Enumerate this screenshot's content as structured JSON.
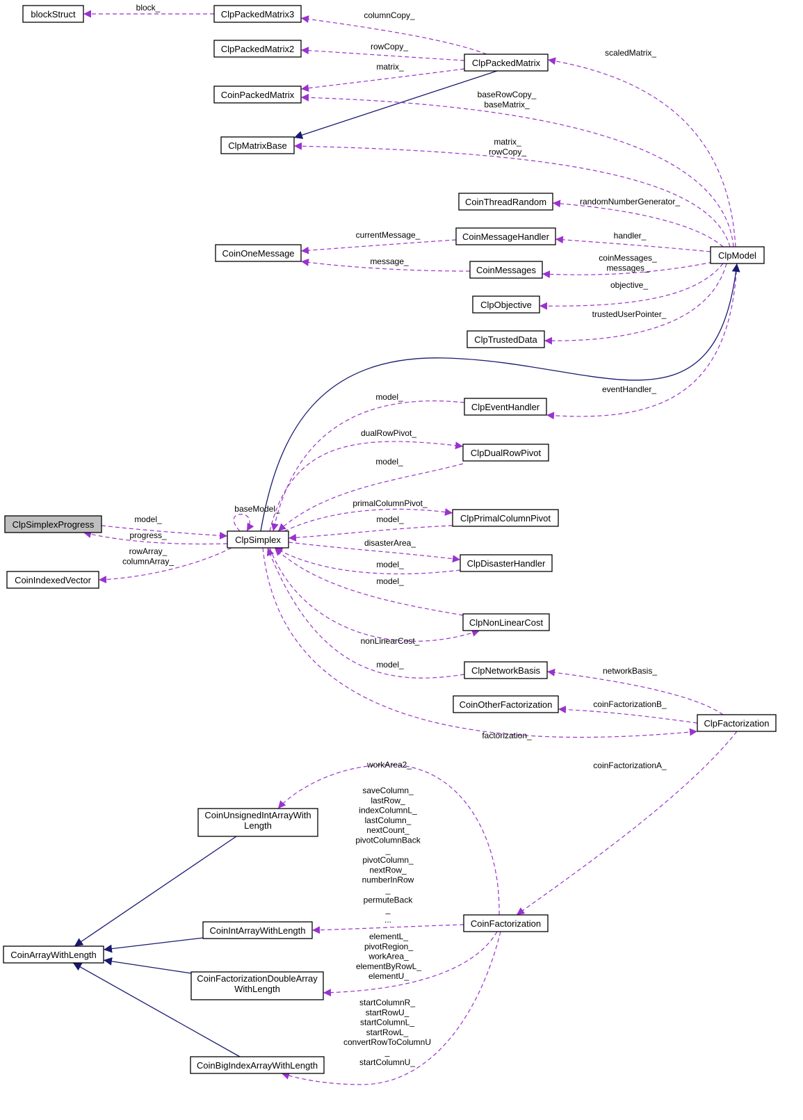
{
  "diagram": {
    "colors": {
      "usage_edge": "#9a32cd",
      "inheritance_edge": "#191970",
      "highlight_fill": "#bfbfbf"
    },
    "nodes": {
      "blockStruct": "blockStruct",
      "ClpPackedMatrix3": "ClpPackedMatrix3",
      "ClpPackedMatrix2": "ClpPackedMatrix2",
      "ClpPackedMatrix": "ClpPackedMatrix",
      "CoinPackedMatrix": "CoinPackedMatrix",
      "ClpMatrixBase": "ClpMatrixBase",
      "CoinThreadRandom": "CoinThreadRandom",
      "CoinOneMessage": "CoinOneMessage",
      "CoinMessageHandler": "CoinMessageHandler",
      "ClpModel": "ClpModel",
      "CoinMessages": "CoinMessages",
      "ClpObjective": "ClpObjective",
      "ClpTrustedData": "ClpTrustedData",
      "ClpEventHandler": "ClpEventHandler",
      "ClpDualRowPivot": "ClpDualRowPivot",
      "ClpSimplexProgress": "ClpSimplexProgress",
      "ClpSimplex": "ClpSimplex",
      "ClpPrimalColumnPivot": "ClpPrimalColumnPivot",
      "CoinIndexedVector": "CoinIndexedVector",
      "ClpDisasterHandler": "ClpDisasterHandler",
      "ClpNonLinearCost": "ClpNonLinearCost",
      "ClpNetworkBasis": "ClpNetworkBasis",
      "CoinOtherFactorization": "CoinOtherFactorization",
      "ClpFactorization": "ClpFactorization",
      "CoinUnsignedIntArrayWithLength": [
        "CoinUnsignedIntArrayWith",
        "Length"
      ],
      "CoinIntArrayWithLength": "CoinIntArrayWithLength",
      "CoinFactorization": "CoinFactorization",
      "CoinArrayWithLength": "CoinArrayWithLength",
      "CoinFactorizationDoubleArrayWithLength": [
        "CoinFactorizationDoubleArray",
        "WithLength"
      ],
      "CoinBigIndexArrayWithLength": "CoinBigIndexArrayWithLength"
    },
    "edges": [
      {
        "id": "e-block",
        "from": "ClpPackedMatrix3",
        "to": "blockStruct",
        "kind": "usage",
        "label": [
          "block_"
        ]
      },
      {
        "id": "e-colcopy",
        "from": "ClpPackedMatrix",
        "to": "ClpPackedMatrix3",
        "kind": "usage",
        "label": [
          "columnCopy_"
        ]
      },
      {
        "id": "e-rowcopy",
        "from": "ClpPackedMatrix",
        "to": "ClpPackedMatrix2",
        "kind": "usage",
        "label": [
          "rowCopy_"
        ]
      },
      {
        "id": "e-matrix",
        "from": "ClpPackedMatrix",
        "to": "CoinPackedMatrix",
        "kind": "usage",
        "label": [
          "matrix_"
        ]
      },
      {
        "id": "e-pm-inh",
        "from": "ClpPackedMatrix",
        "to": "ClpMatrixBase",
        "kind": "inheritance",
        "label": []
      },
      {
        "id": "e-scaled",
        "from": "ClpModel",
        "to": "ClpPackedMatrix",
        "kind": "usage",
        "label": [
          "scaledMatrix_"
        ]
      },
      {
        "id": "e-baserow",
        "from": "ClpModel",
        "to": "CoinPackedMatrix",
        "kind": "usage",
        "label": [
          "baseRowCopy_",
          "baseMatrix_"
        ]
      },
      {
        "id": "e-matrixrow",
        "from": "ClpModel",
        "to": "ClpMatrixBase",
        "kind": "usage",
        "label": [
          "matrix_",
          "rowCopy_"
        ]
      },
      {
        "id": "e-rng",
        "from": "ClpModel",
        "to": "CoinThreadRandom",
        "kind": "usage",
        "label": [
          "randomNumberGenerator_"
        ]
      },
      {
        "id": "e-handler",
        "from": "ClpModel",
        "to": "CoinMessageHandler",
        "kind": "usage",
        "label": [
          "handler_"
        ]
      },
      {
        "id": "e-curmsg",
        "from": "CoinMessageHandler",
        "to": "CoinOneMessage",
        "kind": "usage",
        "label": [
          "currentMessage_"
        ]
      },
      {
        "id": "e-message",
        "from": "CoinMessages",
        "to": "CoinOneMessage",
        "kind": "usage",
        "label": [
          "message_"
        ]
      },
      {
        "id": "e-coinmsg",
        "from": "ClpModel",
        "to": "CoinMessages",
        "kind": "usage",
        "label": [
          "coinMessages_",
          "messages_"
        ]
      },
      {
        "id": "e-objective",
        "from": "ClpModel",
        "to": "ClpObjective",
        "kind": "usage",
        "label": [
          "objective_"
        ]
      },
      {
        "id": "e-trusted",
        "from": "ClpModel",
        "to": "ClpTrustedData",
        "kind": "usage",
        "label": [
          "trustedUserPointer_"
        ]
      },
      {
        "id": "e-event",
        "from": "ClpModel",
        "to": "ClpEventHandler",
        "kind": "usage",
        "label": [
          "eventHandler_"
        ]
      },
      {
        "id": "e-simplex-inh",
        "from": "ClpSimplex",
        "to": "ClpModel",
        "kind": "inheritance",
        "label": []
      },
      {
        "id": "e-ev-model",
        "from": "ClpEventHandler",
        "to": "ClpSimplex",
        "kind": "usage",
        "label": [
          "model_"
        ]
      },
      {
        "id": "e-dualrow",
        "from": "ClpSimplex",
        "to": "ClpDualRowPivot",
        "kind": "usage",
        "label": [
          "dualRowPivot_"
        ]
      },
      {
        "id": "e-dual-model",
        "from": "ClpDualRowPivot",
        "to": "ClpSimplex",
        "kind": "usage",
        "label": [
          "model_"
        ]
      },
      {
        "id": "e-primal",
        "from": "ClpSimplex",
        "to": "ClpPrimalColumnPivot",
        "kind": "usage",
        "label": [
          "primalColumnPivot_"
        ]
      },
      {
        "id": "e-primal-model",
        "from": "ClpPrimalColumnPivot",
        "to": "ClpSimplex",
        "kind": "usage",
        "label": [
          "model_"
        ]
      },
      {
        "id": "e-disaster",
        "from": "ClpSimplex",
        "to": "ClpDisasterHandler",
        "kind": "usage",
        "label": [
          "disasterArea_"
        ]
      },
      {
        "id": "e-dis-model",
        "from": "ClpDisasterHandler",
        "to": "ClpSimplex",
        "kind": "usage",
        "label": [
          "model_"
        ]
      },
      {
        "id": "e-nl-model",
        "from": "ClpNonLinearCost",
        "to": "ClpSimplex",
        "kind": "usage",
        "label": [
          "model_"
        ]
      },
      {
        "id": "e-nlcost",
        "from": "ClpSimplex",
        "to": "ClpNonLinearCost",
        "kind": "usage",
        "label": [
          "nonLinearCost_"
        ]
      },
      {
        "id": "e-nb-model",
        "from": "ClpNetworkBasis",
        "to": "ClpSimplex",
        "kind": "usage",
        "label": [
          "model_"
        ]
      },
      {
        "id": "e-basemodel",
        "from": "ClpSimplex",
        "to": "ClpSimplex",
        "kind": "usage",
        "label": [
          "baseModel_"
        ]
      },
      {
        "id": "e-prog-model",
        "from": "ClpSimplexProgress",
        "to": "ClpSimplex",
        "kind": "usage",
        "label": [
          "model_"
        ]
      },
      {
        "id": "e-progress",
        "from": "ClpSimplex",
        "to": "ClpSimplexProgress",
        "kind": "usage",
        "label": [
          "progress_"
        ]
      },
      {
        "id": "e-rowarray",
        "from": "ClpSimplex",
        "to": "CoinIndexedVector",
        "kind": "usage",
        "label": [
          "rowArray_",
          "columnArray_"
        ]
      },
      {
        "id": "e-factorization",
        "from": "ClpSimplex",
        "to": "ClpFactorization",
        "kind": "usage",
        "label": [
          "factorization_"
        ]
      },
      {
        "id": "e-netbasis",
        "from": "ClpFactorization",
        "to": "ClpNetworkBasis",
        "kind": "usage",
        "label": [
          "networkBasis_"
        ]
      },
      {
        "id": "e-coinfactB",
        "from": "ClpFactorization",
        "to": "CoinOtherFactorization",
        "kind": "usage",
        "label": [
          "coinFactorizationB_"
        ]
      },
      {
        "id": "e-coinfactA",
        "from": "ClpFactorization",
        "to": "CoinFactorization",
        "kind": "usage",
        "label": [
          "coinFactorizationA_"
        ]
      },
      {
        "id": "e-workarea2",
        "from": "CoinFactorization",
        "to": "CoinUnsignedIntArrayWithLength",
        "kind": "usage",
        "label": [
          "workArea2_"
        ]
      },
      {
        "id": "e-intarray",
        "from": "CoinFactorization",
        "to": "CoinIntArrayWithLength",
        "kind": "usage",
        "label": [
          "saveColumn_",
          "lastRow_",
          "indexColumnL_",
          "lastColumn_",
          "nextCount_",
          "pivotColumnBack",
          "_",
          "pivotColumn_",
          "nextRow_",
          "numberInRow",
          "_",
          "permuteBack",
          "_",
          "..."
        ]
      },
      {
        "id": "e-dblarray",
        "from": "CoinFactorization",
        "to": "CoinFactorizationDoubleArrayWithLength",
        "kind": "usage",
        "label": [
          "elementL_",
          "pivotRegion_",
          "workArea_",
          "elementByRowL_",
          "elementU_"
        ]
      },
      {
        "id": "e-bigindex",
        "from": "CoinFactorization",
        "to": "CoinBigIndexArrayWithLength",
        "kind": "usage",
        "label": [
          "startColumnR_",
          "startRowU_",
          "startColumnL_",
          "startRowL_",
          "convertRowToColumnU",
          "_",
          "startColumnU_"
        ]
      },
      {
        "id": "e-uint-inh",
        "from": "CoinUnsignedIntArrayWithLength",
        "to": "CoinArrayWithLength",
        "kind": "inheritance",
        "label": []
      },
      {
        "id": "e-int-inh",
        "from": "CoinIntArrayWithLength",
        "to": "CoinArrayWithLength",
        "kind": "inheritance",
        "label": []
      },
      {
        "id": "e-dbl-inh",
        "from": "CoinFactorizationDoubleArrayWithLength",
        "to": "CoinArrayWithLength",
        "kind": "inheritance",
        "label": []
      },
      {
        "id": "e-big-inh",
        "from": "CoinBigIndexArrayWithLength",
        "to": "CoinArrayWithLength",
        "kind": "inheritance",
        "label": []
      }
    ]
  }
}
